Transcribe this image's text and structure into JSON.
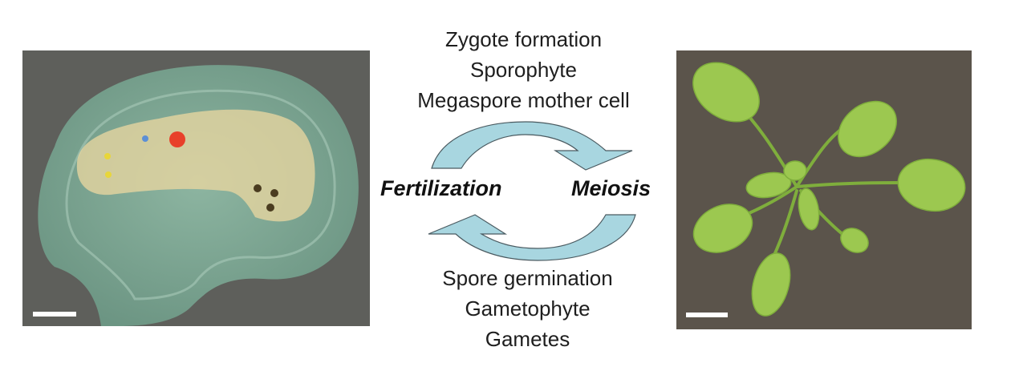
{
  "top_labels": [
    "Zygote formation",
    "Sporophyte",
    "Megaspore mother cell"
  ],
  "bottom_labels": [
    "Spore germination",
    "Gametophyte",
    "Gametes"
  ],
  "left_process": "Fertilization",
  "right_process": "Meiosis",
  "colors": {
    "arrow_fill": "#a8d6e0",
    "arrow_fill_dark": "#8ab4be",
    "arrow_stroke": "#4a5a60",
    "ovule_tissue": "#7fa795",
    "ovule_highlight": "#e8d6a0",
    "egg_cell": "#e8402a",
    "polar_nucleus": "#5b8fd6",
    "synergid": "#e8d63a",
    "antipodal": "#4a3c20",
    "plant_background": "#5b544b",
    "leaf": "#9cc850",
    "scale_bar": "#ffffff"
  }
}
